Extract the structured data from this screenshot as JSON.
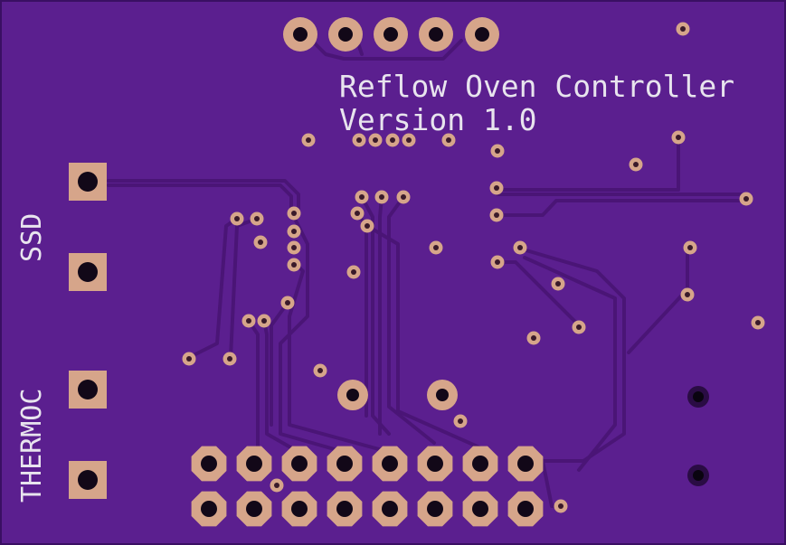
{
  "board": {
    "title_line1": "Reflow Oven Controller",
    "title_line2": "Version 1.0",
    "label_ssd": "SSD",
    "label_thermoc": "THERMOC"
  },
  "colors": {
    "board": "#5b1f8f",
    "board_edge": "#3a0f63",
    "trace": "#4a1576",
    "copper": "#d6a58a",
    "hole": "#120818",
    "silkscreen": "#e8e4ee"
  },
  "components": {
    "top_header_pins": 5,
    "bottom_header_pins": 16,
    "terminal_pads": 4
  }
}
